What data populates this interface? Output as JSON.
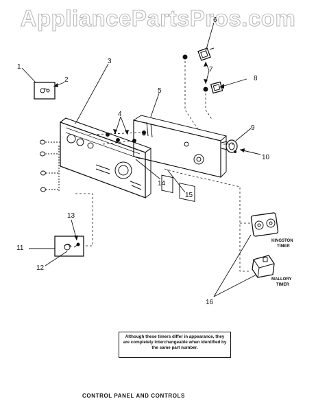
{
  "watermark": "AppliancePartsPros.com",
  "callouts": [
    "1",
    "2",
    "3",
    "4",
    "5",
    "6",
    "7",
    "8",
    "9",
    "10",
    "11",
    "12",
    "13",
    "14",
    "15",
    "16"
  ],
  "timers": {
    "kingston": [
      "KINGSTON",
      "TIMER"
    ],
    "mallory": [
      "MALLORY",
      "TIMER"
    ]
  },
  "note": "Although these timers differ in appearance, they are completely interchangeable when identified by the same part number.",
  "caption": "CONTROL PANEL AND CONTROLS",
  "colors": {
    "line": "#111111",
    "watermark_outline": "#b9b9b9"
  }
}
